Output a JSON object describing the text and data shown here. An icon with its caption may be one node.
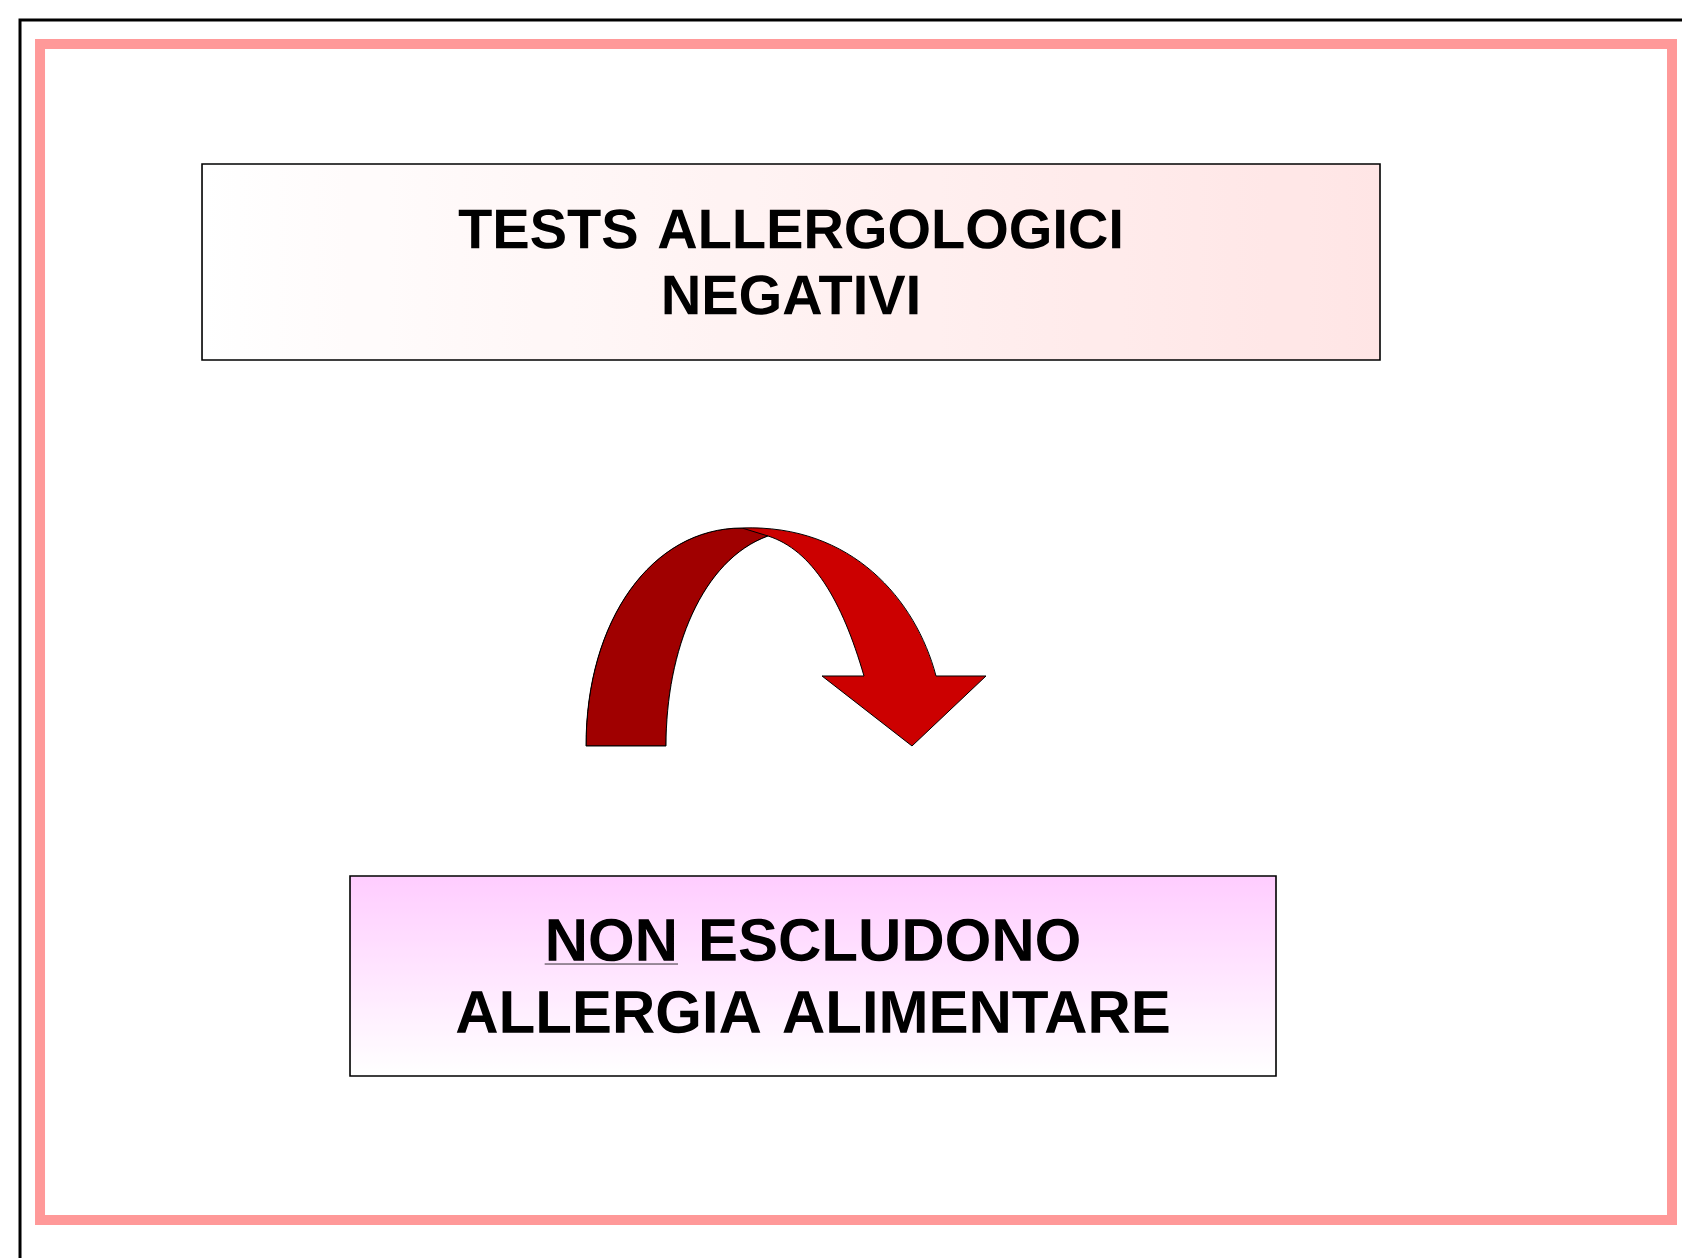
{
  "diagram": {
    "nodes": [
      {
        "text": [
          "TESTS ALLERGOLOGICI NEGATIVI"
        ]
      },
      {
        "text": [
          "NON",
          "ESCLUDONO ALLERGIA ALIMENTARE"
        ]
      }
    ],
    "edges": [
      {
        "from": 0,
        "to": 1,
        "arrow": "to"
      }
    ]
  }
}
